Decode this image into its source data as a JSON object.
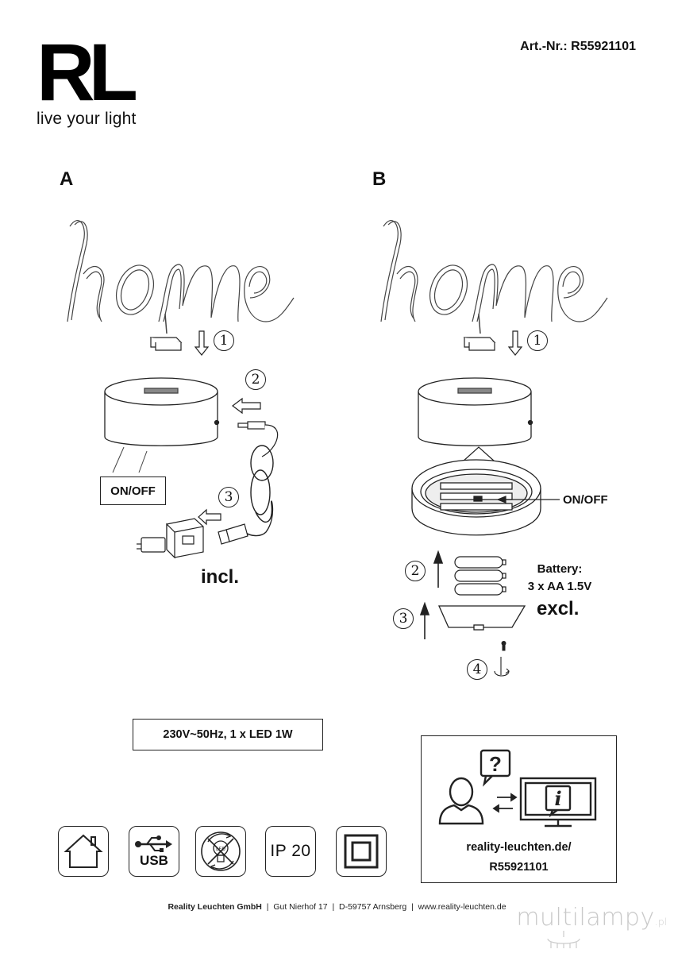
{
  "header": {
    "logo_letters": "RL",
    "tagline": "live your light",
    "article_number": "Art.-Nr.: R55921101"
  },
  "section_a": {
    "label": "A",
    "steps": [
      "1",
      "2",
      "3"
    ],
    "switch_label": "ON/OFF",
    "included_text": "incl."
  },
  "section_b": {
    "label": "B",
    "steps": [
      "1",
      "2",
      "3",
      "4"
    ],
    "switch_label": "ON/OFF",
    "battery_line1": "Battery:",
    "battery_line2": "3 x AA 1.5V",
    "excluded_text": "excl."
  },
  "spec": "230V~50Hz, 1 x LED 1W",
  "info": {
    "url_line1": "reality-leuchten.de/",
    "url_line2": "R55921101"
  },
  "icons": {
    "usb_label": "USB",
    "ip_rating": "IP 20",
    "led_label": "LED"
  },
  "footer": {
    "company": "Reality Leuchten GmbH",
    "address": "Gut Nierhof 17",
    "city": "D-59757 Arnsberg",
    "website": "www.reality-leuchten.de"
  },
  "watermark": {
    "text": "multilampy",
    "suffix": ".pl"
  }
}
